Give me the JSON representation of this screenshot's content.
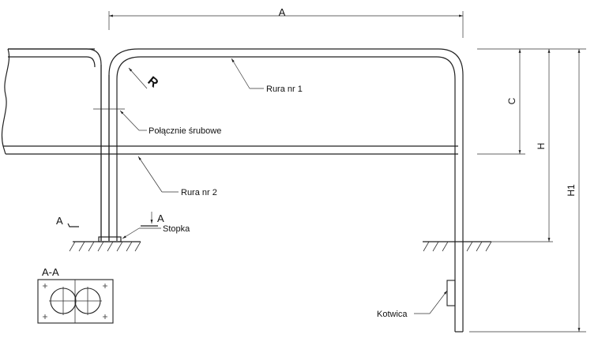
{
  "dimensions": {
    "A": "A",
    "C": "C",
    "H": "H",
    "H1": "H1",
    "R": "R"
  },
  "labels": {
    "pipe_1": "Rura nr 1",
    "pipe_2": "Rura nr 2",
    "bolted_joint": "Połącznie śrubowe",
    "base_plate": "Stopka",
    "anchor": "Kotwica",
    "section_mark_left": "A",
    "section_mark_right": "A",
    "section_title": "A-A"
  }
}
